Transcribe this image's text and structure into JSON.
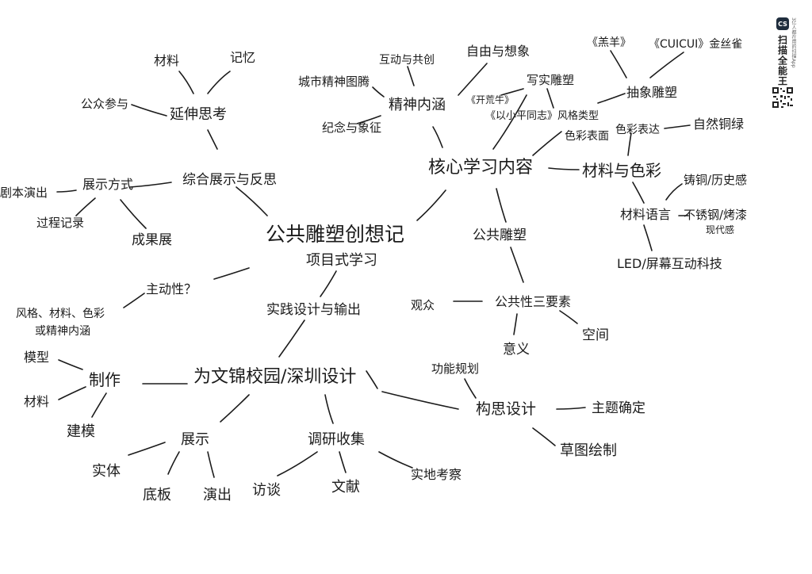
{
  "nodes": {
    "root": "公共雕塑创想记",
    "root_sub": "项目式学习",
    "extend": "延伸思考",
    "ext_material": "材料",
    "ext_memory": "记忆",
    "ext_public": "公众参与",
    "show_reflect": "综合展示与反思",
    "show_method": "展示方式",
    "script_perf": "剧本演出",
    "process_rec": "过程记录",
    "result_show": "成果展",
    "initiative": "主动性？",
    "style_list_1": "风格、材料、色彩",
    "style_list_2": "或精神内涵",
    "practice": "实践设计与输出",
    "design_main": "为文锦校园/深圳设计",
    "make": "制作",
    "model": "模型",
    "mat_make": "材料",
    "build": "建模",
    "display": "展示",
    "solid": "实体",
    "board": "底板",
    "perform": "演出",
    "survey": "调研收集",
    "interview": "访谈",
    "literature": "文献",
    "field": "实地考察",
    "concept": "构思设计",
    "func_plan": "功能规划",
    "theme": "主题确定",
    "sketch": "草图绘制",
    "core": "核心学习内容",
    "spirit": "精神内涵",
    "city_totem": "城市精神图腾",
    "interact": "互动与共创",
    "free": "自由与想象",
    "memorial": "纪念与象征",
    "realistic": "写实雕塑",
    "kaiyang": "《开荒牛》",
    "style_type": "《以小平同志》风格类型",
    "abstract": "抽象雕塑",
    "lamb": "《羔羊》",
    "cuicui": "《CUICUI》金丝雀",
    "material_color": "材料与色彩",
    "color_surface": "色彩表面",
    "color_express": "色彩表达",
    "patina": "自然铜绿",
    "mat_lang": "材料语言",
    "cast_copper": "铸铜/历史感",
    "steel_paint": "不锈钢/烤漆",
    "modern": "现代感",
    "led": "LED/屏幕互动科技",
    "public_sculpt": "公共雕塑",
    "three_elements": "公共性三要素",
    "audience": "观众",
    "meaning": "意义",
    "space": "空间"
  },
  "watermark": {
    "brand": "扫描全能王",
    "tagline": "3亿人都在用的扫描App",
    "logo": "CS"
  }
}
